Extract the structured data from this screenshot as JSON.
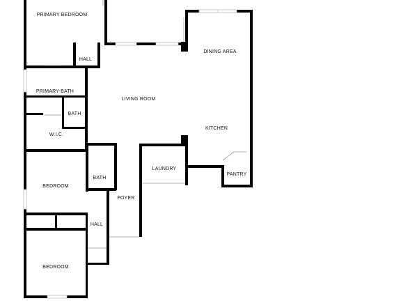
{
  "floor_plan": {
    "rooms": [
      {
        "key": "primary_bedroom",
        "label": "PRIMARY BEDROOM"
      },
      {
        "key": "hall_top",
        "label": "HALL"
      },
      {
        "key": "dining_area",
        "label": "DINING AREA"
      },
      {
        "key": "primary_bath",
        "label": "PRIMARY BATH"
      },
      {
        "key": "living_room",
        "label": "LIVING ROOM"
      },
      {
        "key": "bath_small",
        "label": "BATH"
      },
      {
        "key": "wic",
        "label": "W.I.C."
      },
      {
        "key": "kitchen",
        "label": "KITCHEN"
      },
      {
        "key": "laundry",
        "label": "LAUNDRY"
      },
      {
        "key": "bath_mid",
        "label": "BATH"
      },
      {
        "key": "pantry",
        "label": "PANTRY"
      },
      {
        "key": "bedroom_1",
        "label": "BEDROOM"
      },
      {
        "key": "foyer",
        "label": "FOYER"
      },
      {
        "key": "hall_bottom",
        "label": "HALL"
      },
      {
        "key": "bedroom_2",
        "label": "BEDROOM"
      }
    ],
    "colors": {
      "wall": "#000000",
      "window": "#b8b8b8",
      "background": "#ffffff"
    }
  }
}
